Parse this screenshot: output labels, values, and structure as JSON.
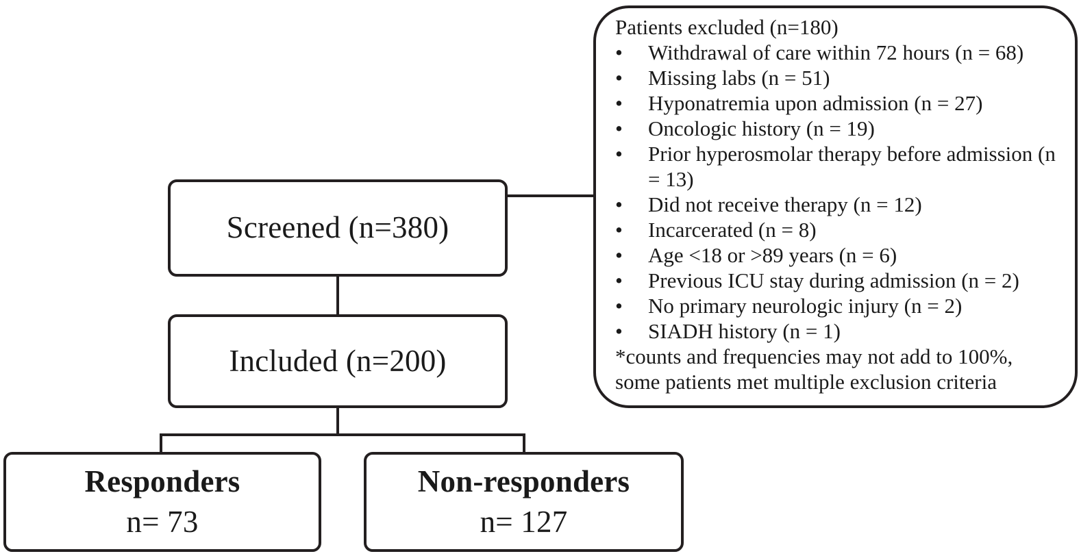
{
  "figure": {
    "type": "patient-flow-diagram",
    "colors": {
      "stroke": "#231f20",
      "background": "#ffffff",
      "text": "#1a1a1a"
    }
  },
  "flow": {
    "screened": {
      "label": "Screened (n=380)",
      "n": 380
    },
    "included": {
      "label": "Included (n=200)",
      "n": 200
    },
    "responders": {
      "title": "Responders",
      "count": "n= 73",
      "n": 73
    },
    "non_responders": {
      "title": "Non-responders",
      "count": "n= 127",
      "n": 127
    }
  },
  "excluded": {
    "heading": "Patients excluded (n=180)",
    "total": 180,
    "bullet_glyph": "•",
    "reasons": [
      {
        "text": "Withdrawal of care within 72 hours (n = 68)",
        "n": 68
      },
      {
        "text": "Missing labs (n = 51)",
        "n": 51
      },
      {
        "text": "Hyponatremia upon admission (n = 27)",
        "n": 27
      },
      {
        "text": "Oncologic history (n = 19)",
        "n": 19
      },
      {
        "text": "Prior hyperosmolar therapy before admission (n = 13)",
        "n": 13
      },
      {
        "text": "Did not receive therapy (n = 12)",
        "n": 12
      },
      {
        "text": "Incarcerated (n = 8)",
        "n": 8
      },
      {
        "text": "Age <18 or >89 years (n = 6)",
        "n": 6
      },
      {
        "text": "Previous ICU stay during admission (n = 2)",
        "n": 2
      },
      {
        "text": "No primary neurologic injury (n = 2)",
        "n": 2
      },
      {
        "text": "SIADH history (n = 1)",
        "n": 1
      }
    ],
    "footnote_line1": "*counts and frequencies may not add to 100%,",
    "footnote_line2": "some patients met multiple exclusion criteria"
  }
}
